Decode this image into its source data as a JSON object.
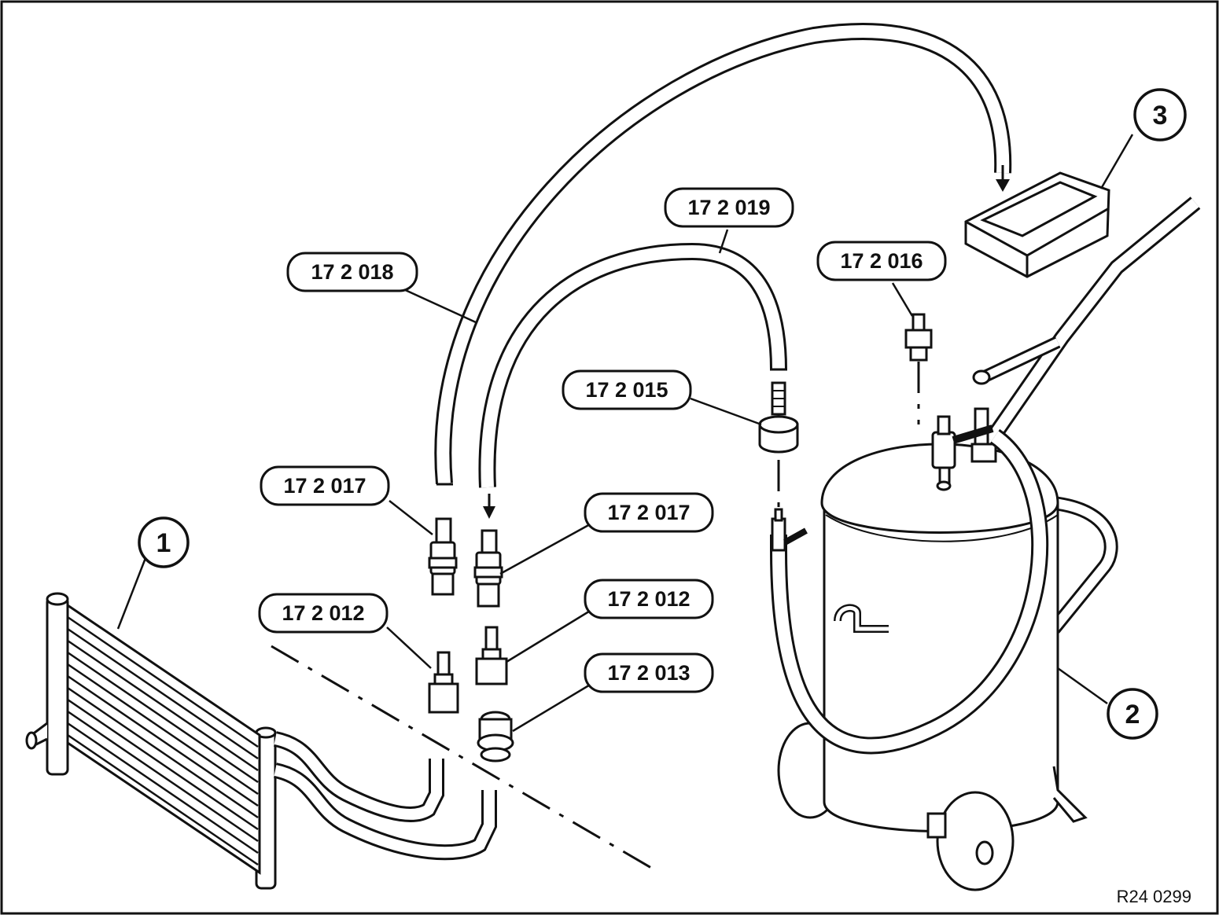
{
  "callouts": {
    "c1": "1",
    "c2": "2",
    "c3": "3"
  },
  "labels": {
    "l018": "17 2 018",
    "l019": "17 2 019",
    "l016": "17 2 016",
    "l015": "17 2 015",
    "l017a": "17 2 017",
    "l017b": "17 2 017",
    "l012a": "17 2 012",
    "l012b": "17 2 012",
    "l013": "17 2 013"
  },
  "reference": "R24 0299",
  "colors": {
    "line": "#111111",
    "fill": "#ffffff"
  }
}
